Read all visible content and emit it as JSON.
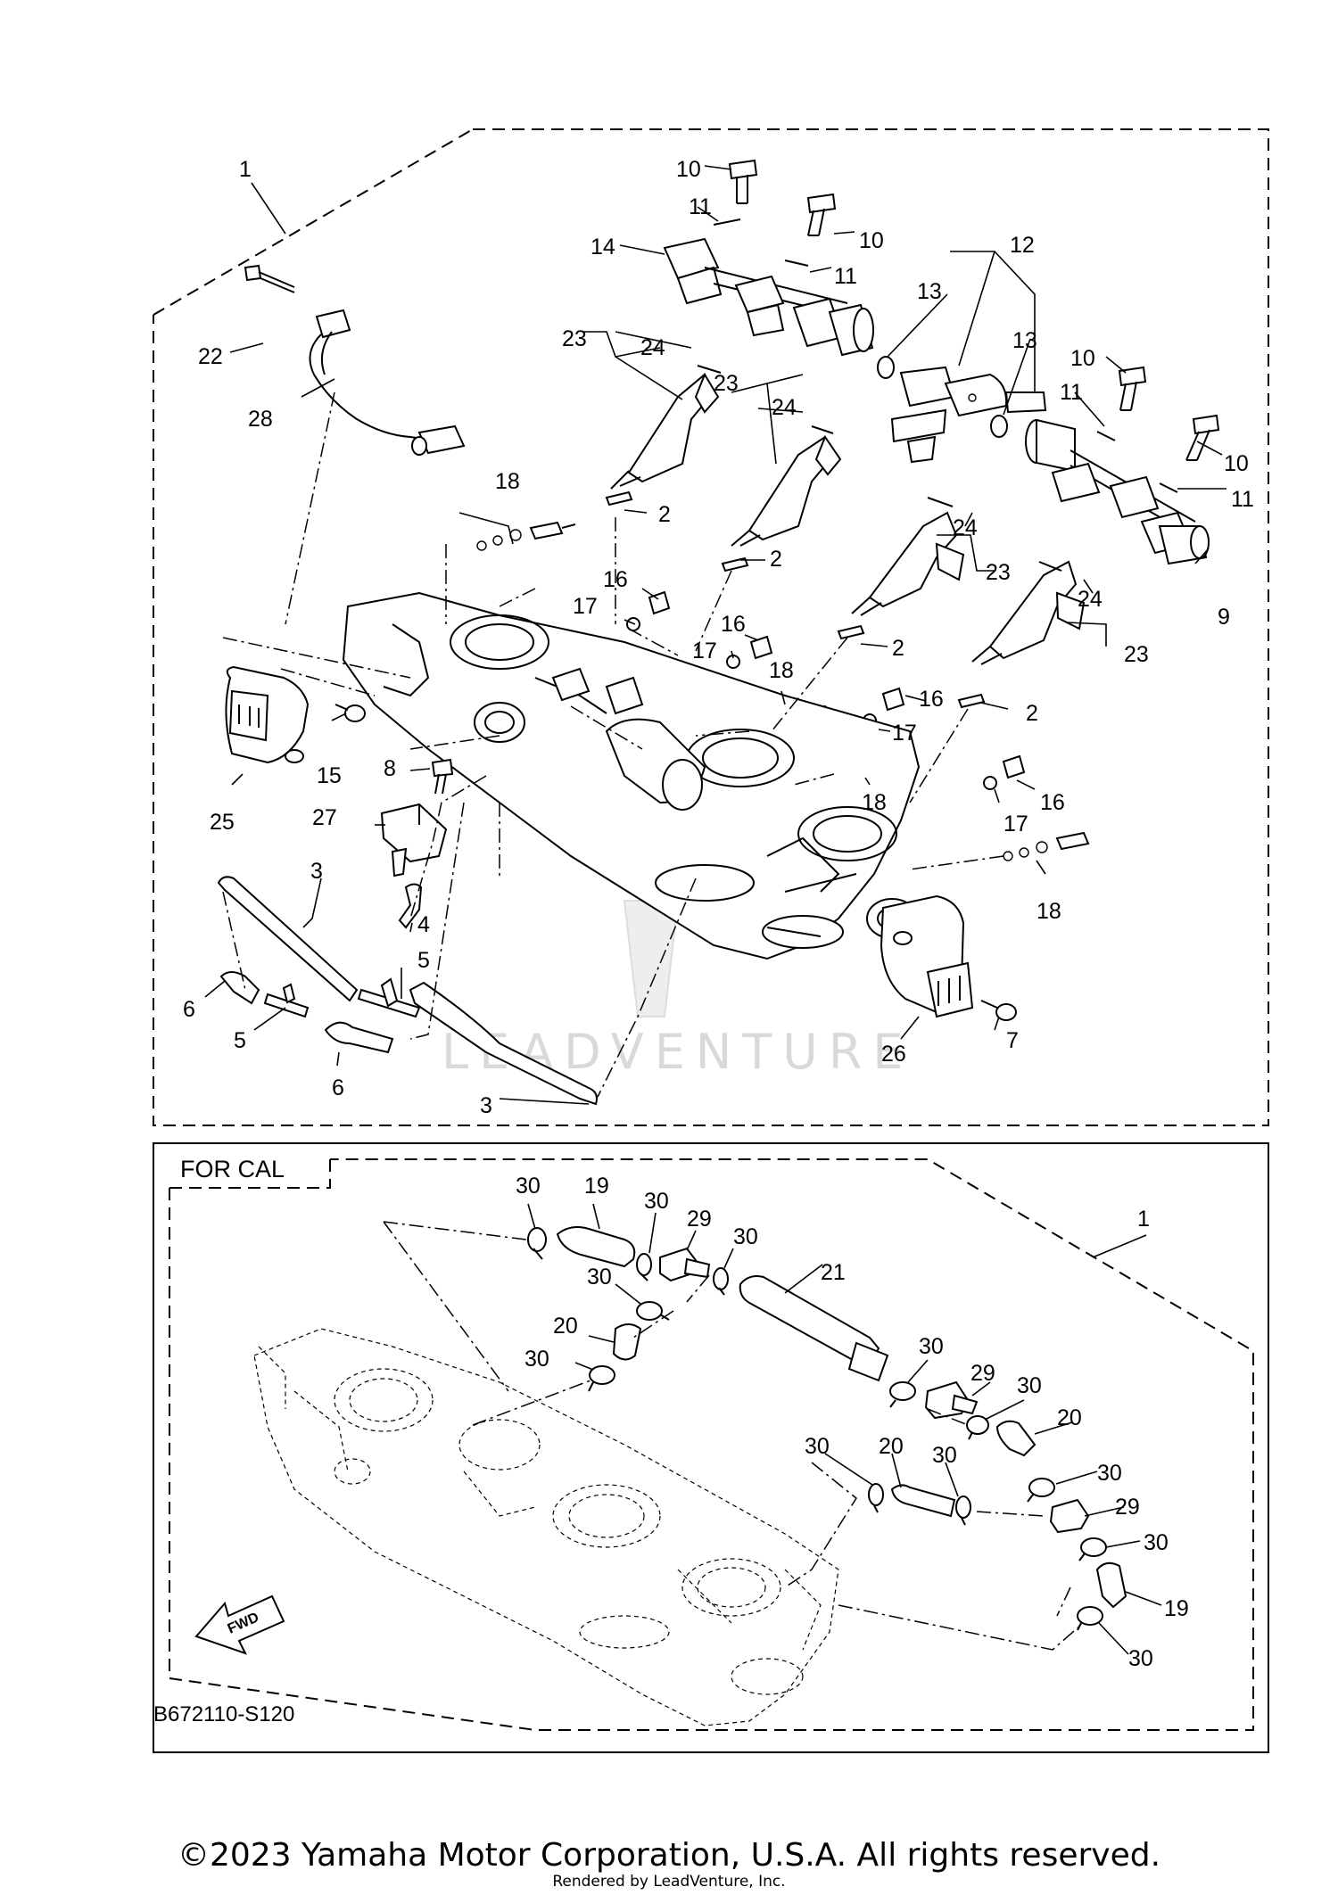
{
  "diagram_code": "B672110-S120",
  "section_label": "FOR CAL",
  "fwd_label": "FWD",
  "watermark": "LEADVENTURE",
  "copyright": "©2023 Yamaha Motor Corporation, U.S.A. All rights reserved.",
  "rendered_by": "Rendered by LeadVenture, Inc.",
  "callouts": [
    {
      "id": "c1",
      "text": "1"
    },
    {
      "id": "c10a",
      "text": "10"
    },
    {
      "id": "c11a",
      "text": "11"
    },
    {
      "id": "c14",
      "text": "14"
    },
    {
      "id": "c10b",
      "text": "10"
    },
    {
      "id": "c11b",
      "text": "11"
    },
    {
      "id": "c12",
      "text": "12"
    },
    {
      "id": "c13a",
      "text": "13"
    },
    {
      "id": "c13b",
      "text": "13"
    },
    {
      "id": "c10c",
      "text": "10"
    },
    {
      "id": "c11c",
      "text": "11"
    },
    {
      "id": "c10d",
      "text": "10"
    },
    {
      "id": "c11d",
      "text": "11"
    },
    {
      "id": "c22",
      "text": "22"
    },
    {
      "id": "c28",
      "text": "28"
    },
    {
      "id": "c23a",
      "text": "23"
    },
    {
      "id": "c24a",
      "text": "24"
    },
    {
      "id": "c23b",
      "text": "23"
    },
    {
      "id": "c24b",
      "text": "24"
    },
    {
      "id": "c18a",
      "text": "18"
    },
    {
      "id": "c2a",
      "text": "2"
    },
    {
      "id": "c2b",
      "text": "2"
    },
    {
      "id": "c16a",
      "text": "16"
    },
    {
      "id": "c17a",
      "text": "17"
    },
    {
      "id": "c24c",
      "text": "24"
    },
    {
      "id": "c23c",
      "text": "23"
    },
    {
      "id": "c24d",
      "text": "24"
    },
    {
      "id": "c9",
      "text": "9"
    },
    {
      "id": "c23d",
      "text": "23"
    },
    {
      "id": "c16b",
      "text": "16"
    },
    {
      "id": "c17b",
      "text": "17"
    },
    {
      "id": "c18b",
      "text": "18"
    },
    {
      "id": "c2c",
      "text": "2"
    },
    {
      "id": "c16c",
      "text": "16"
    },
    {
      "id": "c2d",
      "text": "2"
    },
    {
      "id": "c17c",
      "text": "17"
    },
    {
      "id": "c15",
      "text": "15"
    },
    {
      "id": "c8",
      "text": "8"
    },
    {
      "id": "c18c",
      "text": "18"
    },
    {
      "id": "c25",
      "text": "25"
    },
    {
      "id": "c27",
      "text": "27"
    },
    {
      "id": "c16d",
      "text": "16"
    },
    {
      "id": "c17d",
      "text": "17"
    },
    {
      "id": "c3a",
      "text": "3"
    },
    {
      "id": "c4",
      "text": "4"
    },
    {
      "id": "c18d",
      "text": "18"
    },
    {
      "id": "c5a",
      "text": "5"
    },
    {
      "id": "c6a",
      "text": "6"
    },
    {
      "id": "c5b",
      "text": "5"
    },
    {
      "id": "c7",
      "text": "7"
    },
    {
      "id": "c26",
      "text": "26"
    },
    {
      "id": "c6b",
      "text": "6"
    },
    {
      "id": "c3b",
      "text": "3"
    },
    {
      "id": "c30a",
      "text": "30"
    },
    {
      "id": "c19a",
      "text": "19"
    },
    {
      "id": "c30b",
      "text": "30"
    },
    {
      "id": "c29a",
      "text": "29"
    },
    {
      "id": "c30c",
      "text": "30"
    },
    {
      "id": "c1b",
      "text": "1"
    },
    {
      "id": "c30d",
      "text": "30"
    },
    {
      "id": "c21",
      "text": "21"
    },
    {
      "id": "c20a",
      "text": "20"
    },
    {
      "id": "c30e",
      "text": "30"
    },
    {
      "id": "c30f",
      "text": "30"
    },
    {
      "id": "c29b",
      "text": "29"
    },
    {
      "id": "c30g",
      "text": "30"
    },
    {
      "id": "c20b",
      "text": "20"
    },
    {
      "id": "c30h",
      "text": "30"
    },
    {
      "id": "c20c",
      "text": "20"
    },
    {
      "id": "c30i",
      "text": "30"
    },
    {
      "id": "c30j",
      "text": "30"
    },
    {
      "id": "c29c",
      "text": "29"
    },
    {
      "id": "c30k",
      "text": "30"
    },
    {
      "id": "c19b",
      "text": "19"
    },
    {
      "id": "c30l",
      "text": "30"
    }
  ]
}
